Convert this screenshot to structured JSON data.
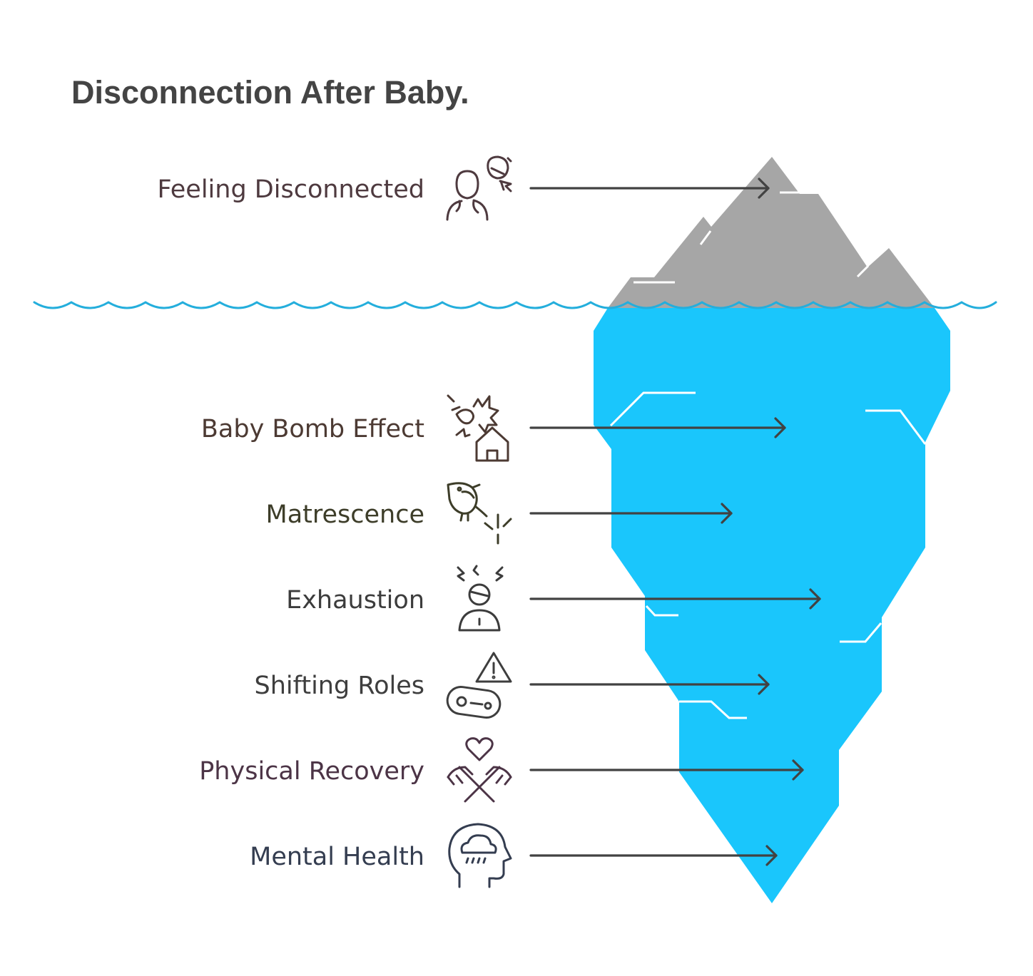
{
  "title": "Disconnection After Baby.",
  "colors": {
    "title": "#444444",
    "water_line": "#24AEDC",
    "ice_above": "#A6A6A6",
    "ice_below": "#1AC6FC",
    "arrow": "#424242"
  },
  "above_water": {
    "label": "Feeling Disconnected",
    "icon": "disconnected-person-icon",
    "color": "#4E3A3F"
  },
  "below_water": [
    {
      "label": "Baby Bomb Effect",
      "icon": "baby-bomb-house-icon",
      "color": "#4C3A33"
    },
    {
      "label": "Matrescence",
      "icon": "bird-transformation-icon",
      "color": "#3D3D29"
    },
    {
      "label": "Exhaustion",
      "icon": "exhausted-person-icon",
      "color": "#3C3C3C"
    },
    {
      "label": "Shifting Roles",
      "icon": "warning-switch-icon",
      "color": "#3E3E3E"
    },
    {
      "label": "Physical Recovery",
      "icon": "heart-hands-icon",
      "color": "#4C3446"
    },
    {
      "label": "Mental Health",
      "icon": "head-cloud-icon",
      "color": "#343D50"
    }
  ]
}
